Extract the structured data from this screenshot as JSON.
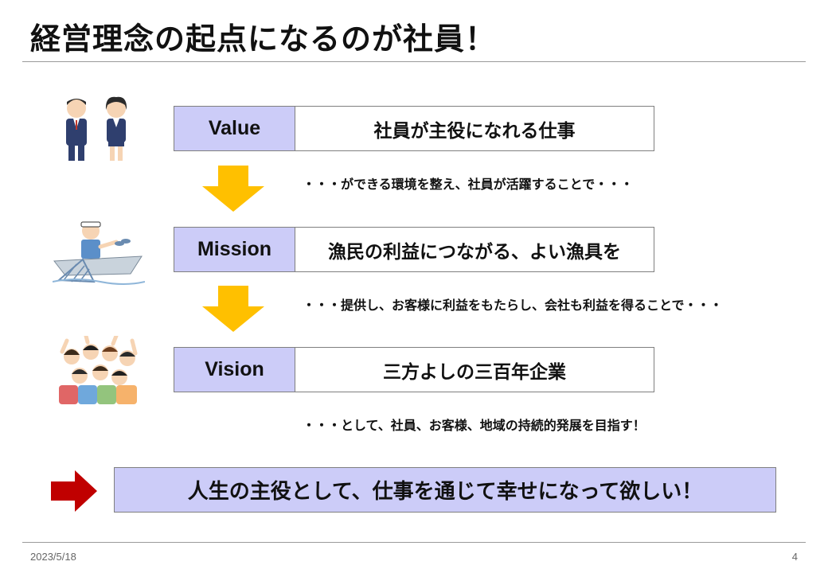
{
  "slide": {
    "title": "経営理念の起点になるのが社員！"
  },
  "rows": [
    {
      "label": "Value",
      "text": "社員が主役になれる仕事",
      "illustration": "business-people-illustration"
    },
    {
      "label": "Mission",
      "text": "漁民の利益につながる、よい漁具を",
      "illustration": "fisherman-boat-illustration"
    },
    {
      "label": "Vision",
      "text": "三方よしの三百年企業",
      "illustration": "cheering-crowd-illustration"
    }
  ],
  "notes": [
    "・・・ができる環境を整え、社員が活躍することで・・・",
    "・・・提供し、お客様に利益をもたらし、会社も利益を得ることで・・・",
    "・・・として、社員、お客様、地域の持続的発展を目指す！"
  ],
  "conclusion": {
    "text": "人生の主役として、仕事を通じて幸せになって欲しい！"
  },
  "footer": {
    "date": "2023/5/18",
    "page": "4"
  },
  "colors": {
    "label_fill": "#ccccf8",
    "down_arrow": "#ffc000",
    "right_arrow": "#c00000",
    "border": "#7f7f7f"
  }
}
